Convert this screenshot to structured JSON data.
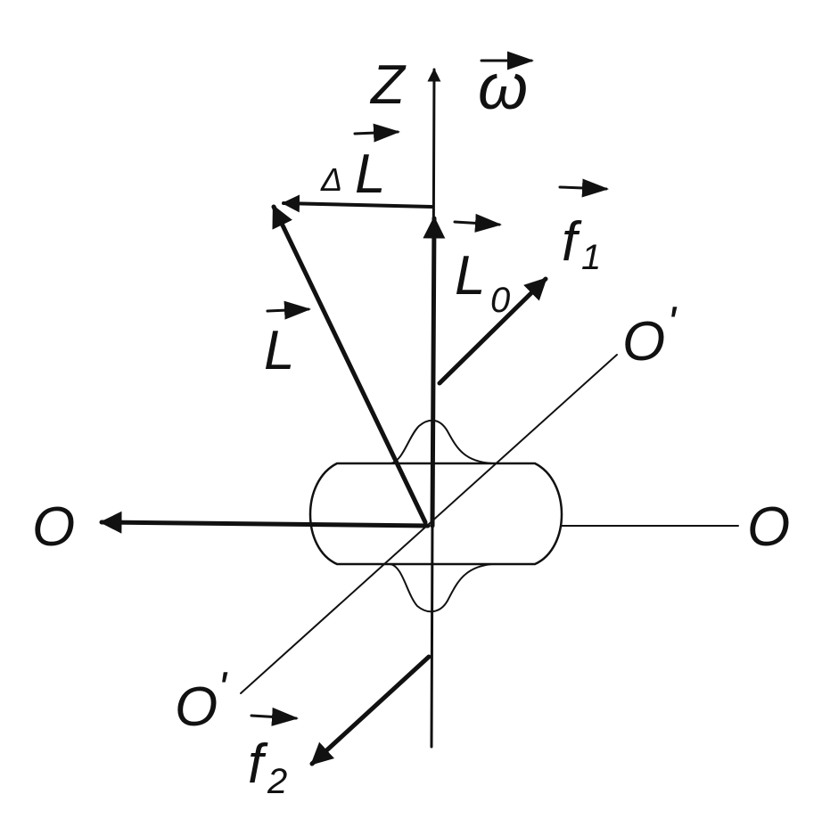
{
  "labels": {
    "z": "Z",
    "omega": "ω",
    "delta": "Δ",
    "dl": "L",
    "l": "L",
    "l0": "L",
    "l0_sub": "0",
    "f1": "f",
    "f1_sub": "1",
    "f2": "f",
    "f2_sub": "2",
    "o_left": "O",
    "o_right": "O",
    "o1_top": "O",
    "o1_top_prime": "'",
    "o1_bottom": "O",
    "o1_bottom_prime": "'"
  },
  "colors": {
    "stroke": "#111111",
    "background": "#ffffff"
  }
}
